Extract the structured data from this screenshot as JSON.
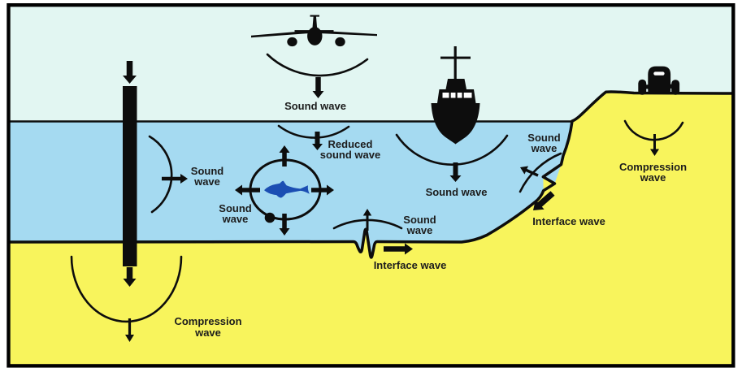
{
  "title": "Diagram of sound, compression and interface waves around air, water and seabed",
  "colors": {
    "sky": "#e2f6f2",
    "water": "#a5daf1",
    "ground": "#f8f45c",
    "ink": "#0d0d0d",
    "fish": "#1b4eb3",
    "text": "#1c1c1c",
    "frame": "#000000",
    "window": "#ffffff"
  },
  "labels": {
    "plane_sound_wave": "Sound wave",
    "reduced_sound_wave": "Reduced\nsound wave",
    "pile_sound_wave": "Sound\nwave",
    "fish_sound_wave": "Sound\nwave",
    "ship_sound_wave": "Sound wave",
    "seabed_sound_wave": "Sound\nwave",
    "slope_sound_wave": "Sound\nwave",
    "seabed_interface_wave": "Interface wave",
    "slope_interface_wave": "Interface wave",
    "pile_compression_wave": "Compression\nwave",
    "land_compression_wave": "Compression\nwave"
  }
}
